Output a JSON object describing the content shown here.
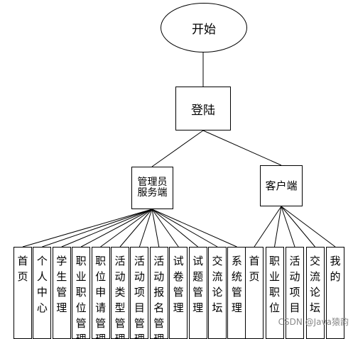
{
  "start": "开始",
  "login": "登陆",
  "admin": {
    "label": "管理员服务端",
    "items": [
      "首页",
      "个人中心",
      "学生管理",
      "职业职位管理",
      "职位申请管理",
      "活动类型管理",
      "活动项目管理",
      "活动报名管理",
      "试卷管理",
      "试题管理",
      "交流论坛",
      "系统管理"
    ]
  },
  "client": {
    "label": "客户端",
    "items": [
      "首页",
      "职业职位",
      "活动项目",
      "交流论坛",
      "我的"
    ]
  },
  "watermark": "CSDN @Java猿韵"
}
